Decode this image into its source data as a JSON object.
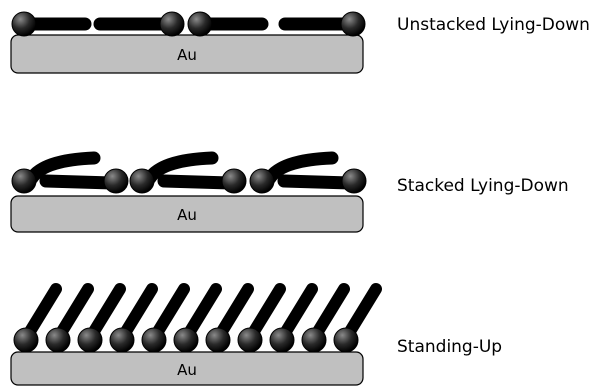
{
  "colors": {
    "background": "#ffffff",
    "substrate_fill": "#c0c0c0",
    "substrate_stroke": "#000000",
    "molecule": "#000000",
    "head_group": "#2a2a2a"
  },
  "icons": [
    "molecule-chain-icon",
    "head-group-icon",
    "gold-substrate-icon"
  ],
  "panels": [
    {
      "substrate_label": "Au",
      "caption": "Unstacked Lying-Down"
    },
    {
      "substrate_label": "Au",
      "caption": "Stacked Lying-Down"
    },
    {
      "substrate_label": "Au",
      "caption": "Standing-Up"
    }
  ]
}
